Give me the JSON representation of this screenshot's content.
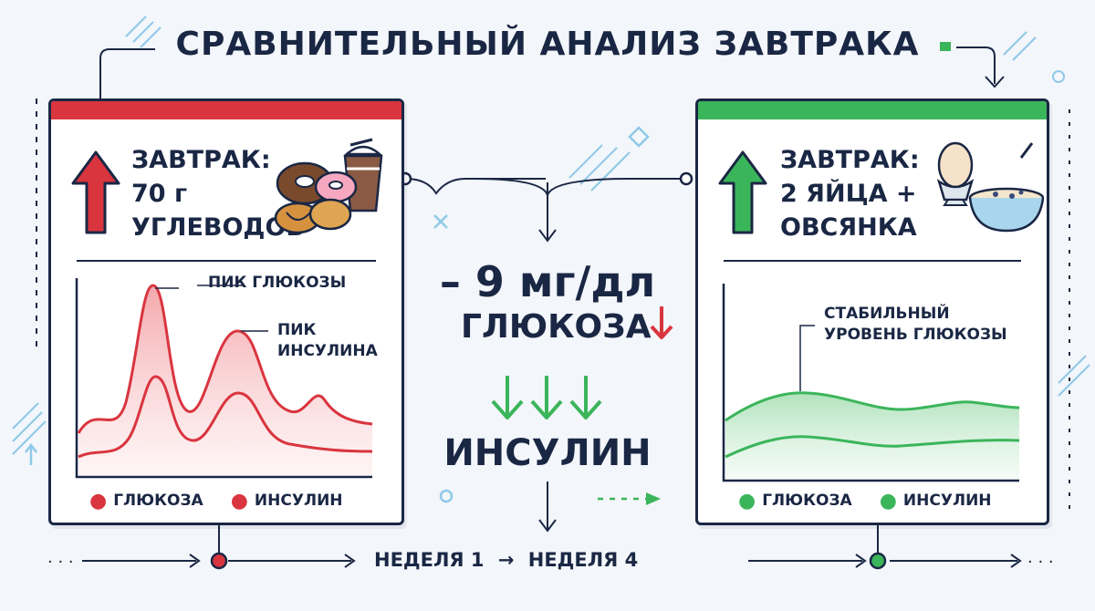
{
  "title": "СРАВНИТЕЛЬНЫЙ АНАЛИЗ ЗАВТРАКА",
  "colors": {
    "navy": "#1a2744",
    "red": "#d9353f",
    "green": "#3bb55a",
    "light_blue": "#8fc9e8"
  },
  "left_panel": {
    "heading": [
      "ЗАВТРАК:",
      "70 г",
      "УГЛЕВОДОВ"
    ],
    "icons": [
      "arrow-up-icon",
      "donut-icon",
      "croissant-icon",
      "milkshake-icon"
    ],
    "annotation_peak_glucose": "ПИК ГЛЮКОЗЫ",
    "annotation_peak_insulin": [
      "ПИК",
      "ИНСУЛИНА"
    ],
    "legend": {
      "glucose": "ГЛЮКОЗА",
      "insulin": "ИНСУЛИН"
    }
  },
  "right_panel": {
    "heading": [
      "ЗАВТРАК:",
      "2 ЯЙЦА +",
      "ОВСЯНКА"
    ],
    "icons": [
      "arrow-up-icon",
      "boiled-egg-icon",
      "oatmeal-bowl-icon"
    ],
    "annotation_stable": [
      "СТАБИЛЬНЫЙ",
      "УРОВЕНЬ ГЛЮКОЗЫ"
    ],
    "legend": {
      "glucose": "ГЛЮКОЗА",
      "insulin": "ИНСУЛИН"
    }
  },
  "center": {
    "glucose_change": "– 9 мг/дл",
    "glucose_label": "ГЛЮКОЗА",
    "insulin_label": "ИНСУЛИН",
    "icons": [
      "arrow-down-icon",
      "arrow-down-icon",
      "arrow-down-icon",
      "arrow-down-icon"
    ]
  },
  "timeline": {
    "week_start": "НЕДЕЛЯ 1",
    "arrow": "→",
    "week_end": "НЕДЕЛЯ 4"
  }
}
